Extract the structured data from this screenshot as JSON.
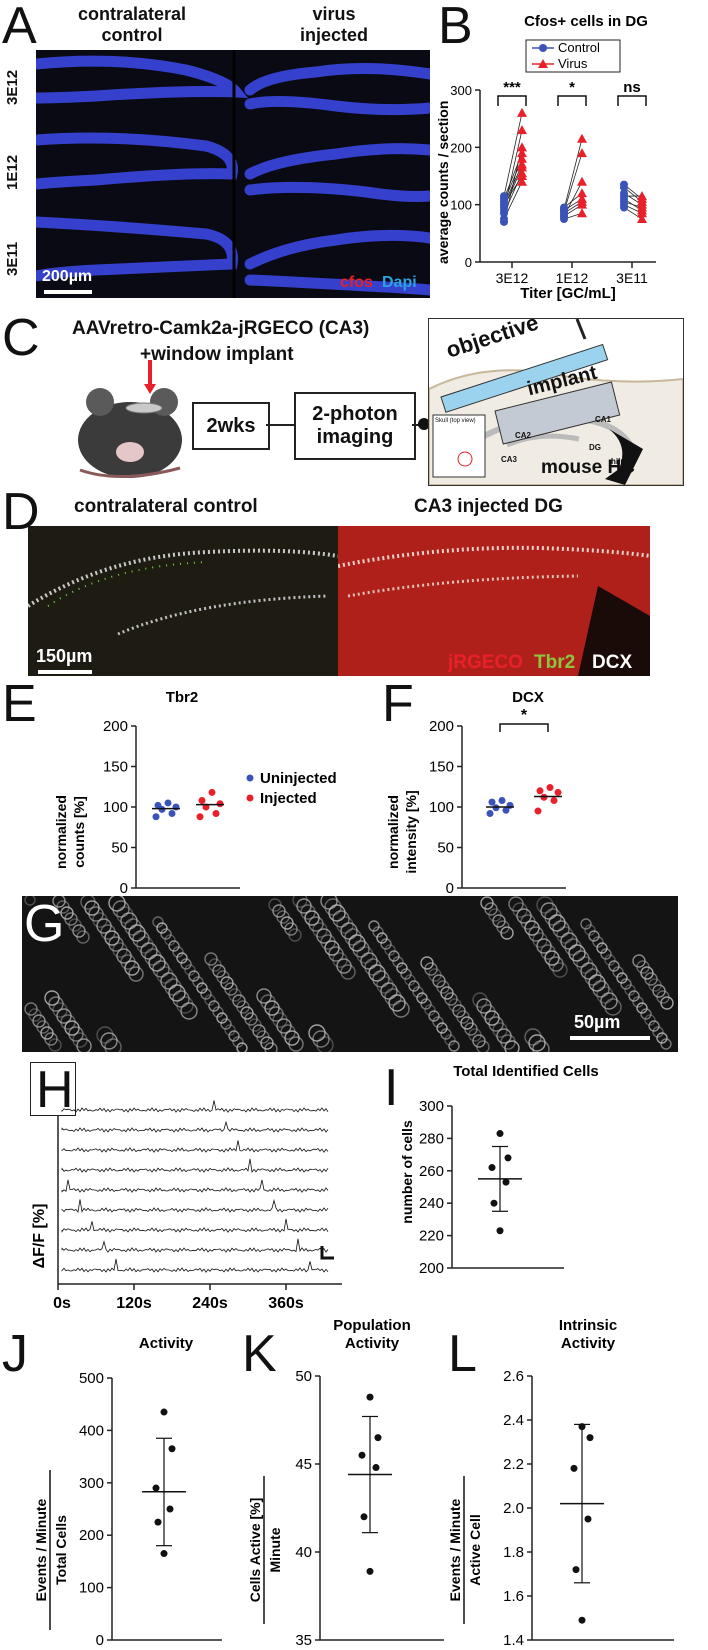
{
  "panels": [
    "A",
    "B",
    "C",
    "D",
    "E",
    "F",
    "G",
    "H",
    "I",
    "J",
    "K",
    "L"
  ],
  "panel_a": {
    "col_left": "contralateral\ncontrol",
    "col_right": "virus\ninjected",
    "rows": [
      "3E12",
      "1E12",
      "3E11"
    ],
    "scale": "200µm",
    "legend_red": "cfos",
    "legend_blue": "Dapi"
  },
  "panel_c": {
    "title_line1": "AAVretro-Camk2a-jRGECO (CA3)",
    "title_line2": "+window implant",
    "box1": "2wks",
    "box2": "2-photon\nimaging",
    "objective": "objective",
    "implant": "implant",
    "regions": [
      "CA1",
      "CA2",
      "CA3",
      "DG",
      "hilus"
    ],
    "skull": "Skull (top view)",
    "hc": "mouse HC"
  },
  "panel_d": {
    "left": "contralateral control",
    "right": "CA3 injected DG",
    "scale": "150µm",
    "l1": "jRGECO",
    "l2": "Tbr2",
    "l3": "DCX"
  },
  "panel_g": {
    "scale": "50µm"
  },
  "panel_h": {
    "ylabel": "ΔF/F [%]",
    "xticks": [
      "0s",
      "120s",
      "240s",
      "360s"
    ]
  },
  "colors": {
    "control": "#3a53b8",
    "virus": "#e8202a",
    "cfos": "#e8202a",
    "dapi": "#2aa3e0",
    "tbr2": "#8cc63f"
  },
  "chart_data": [
    {
      "id": "B",
      "type": "scatter",
      "title": "Cfos+ cells in DG",
      "ylabel": "average counts / section",
      "xlabel": "Titer [GC/mL]",
      "categories": [
        "3E12",
        "1E12",
        "3E11"
      ],
      "ylim": [
        0,
        300
      ],
      "yticks": [
        0,
        100,
        200,
        300
      ],
      "legend": [
        "Control",
        "Virus"
      ],
      "legend_position": "top-right",
      "significance": [
        "***",
        "*",
        "ns"
      ],
      "series": [
        {
          "name": "Control",
          "values": [
            [
              75,
              85,
              95,
              100,
              105,
              110,
              70,
              90,
              115,
              100
            ],
            [
              75,
              80,
              85,
              90,
              95,
              80,
              88,
              92
            ],
            [
              95,
              100,
              110,
              120,
              130,
              135,
              105,
              115
            ]
          ]
        },
        {
          "name": "Virus",
          "values": [
            [
              140,
              155,
              165,
              170,
              180,
              190,
              200,
              230,
              260,
              150
            ],
            [
              85,
              100,
              105,
              110,
              120,
              140,
              190,
              215
            ],
            [
              75,
              85,
              90,
              100,
              105,
              110,
              95,
              115
            ]
          ]
        }
      ]
    },
    {
      "id": "E",
      "type": "scatter",
      "title": "Tbr2",
      "ylabel": "normalized\ncounts [%]",
      "categories": [
        "Uninjected",
        "Injected"
      ],
      "ylim": [
        0,
        200
      ],
      "yticks": [
        0,
        50,
        100,
        150,
        200
      ],
      "legend": [
        "Uninjected",
        "Injected"
      ],
      "series": [
        {
          "name": "Uninjected",
          "values": [
            88,
            92,
            97,
            100,
            102,
            105
          ],
          "mean": 98
        },
        {
          "name": "Injected",
          "values": [
            88,
            92,
            100,
            104,
            108,
            118
          ],
          "mean": 103
        }
      ]
    },
    {
      "id": "F",
      "type": "scatter",
      "title": "DCX",
      "ylabel": "normalized\nintensity [%]",
      "categories": [
        "Uninjected",
        "Injected"
      ],
      "ylim": [
        0,
        200
      ],
      "yticks": [
        0,
        50,
        100,
        150,
        200
      ],
      "significance": "*",
      "series": [
        {
          "name": "Uninjected",
          "values": [
            92,
            96,
            99,
            102,
            106,
            108
          ],
          "mean": 100
        },
        {
          "name": "Injected",
          "values": [
            95,
            108,
            112,
            118,
            120,
            124
          ],
          "mean": 113
        }
      ]
    },
    {
      "id": "I",
      "type": "scatter",
      "title": "Total Identified Cells",
      "ylabel": "number of cells",
      "ylim": [
        200,
        300
      ],
      "yticks": [
        200,
        220,
        240,
        260,
        280,
        300
      ],
      "values": [
        283,
        268,
        262,
        253,
        240,
        223
      ],
      "mean": 255,
      "sd": [
        235,
        275
      ]
    },
    {
      "id": "J",
      "type": "scatter",
      "title": "Activity",
      "ylabel_top": "Events / Minute",
      "ylabel_bottom": "Total Cells",
      "ylim": [
        0,
        500
      ],
      "yticks": [
        0,
        100,
        200,
        300,
        400,
        500
      ],
      "values": [
        435,
        365,
        290,
        250,
        225,
        165
      ],
      "mean": 283,
      "sd": [
        180,
        385
      ]
    },
    {
      "id": "K",
      "type": "scatter",
      "title": "Population\nActivity",
      "ylabel_top": "Cells Active [%]",
      "ylabel_bottom": "Minute",
      "ylim": [
        35,
        50
      ],
      "yticks": [
        35,
        40,
        45,
        50
      ],
      "values": [
        48.8,
        46.5,
        45.5,
        44.8,
        42.0,
        38.9
      ],
      "mean": 44.4,
      "sd": [
        41.1,
        47.7
      ]
    },
    {
      "id": "L",
      "type": "scatter",
      "title": "Intrinsic\nActivity",
      "ylabel_top": "Events / Minute",
      "ylabel_bottom": "Active Cell",
      "ylim": [
        1.4,
        2.6
      ],
      "yticks": [
        1.4,
        1.6,
        1.8,
        2.0,
        2.2,
        2.4,
        2.6
      ],
      "values": [
        2.37,
        2.32,
        2.18,
        1.95,
        1.72,
        1.49
      ],
      "mean": 2.02,
      "sd": [
        1.66,
        2.38
      ]
    }
  ]
}
